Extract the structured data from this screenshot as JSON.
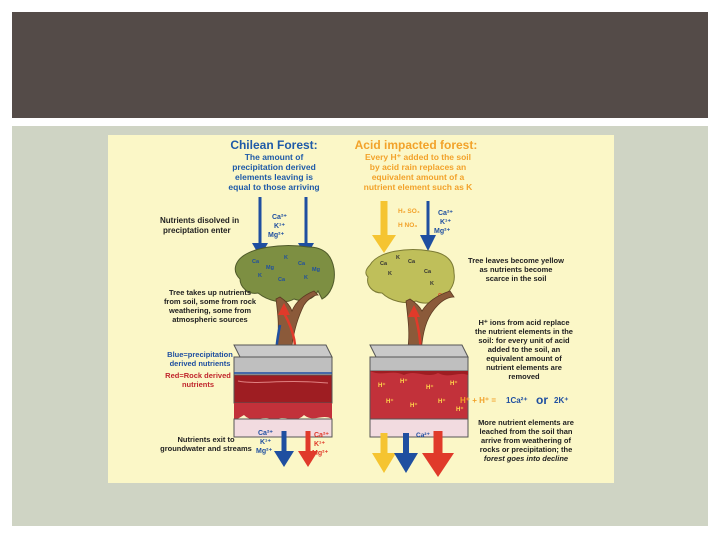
{
  "slide": {
    "title": ""
  },
  "colors": {
    "title_bar": "#544b48",
    "panel": "#cfd4c4",
    "figure_bg": "#fbf7c7",
    "heading_blue": "#1e5aa8",
    "heading_orange": "#f2a22a",
    "blue_arrow": "#1f4fa0",
    "red_arrow": "#e03a2a",
    "yellow_arrow": "#f5c431",
    "canopy_green": "#7d8f42",
    "trunk_brown": "#8b5a3a",
    "soil_red": "#9e1d22"
  },
  "diagram": {
    "left": {
      "heading": "Chilean Forest:",
      "subheading": [
        "The amount of",
        "precipitation derived",
        "elements leaving is",
        "equal to those arriving"
      ],
      "label_nutrients_in": [
        "Nutrients disolved in",
        "preciptation enter"
      ],
      "label_tree_uptake": [
        "Tree takes up nutrients",
        "from soil, some from rock",
        "weathering, some from",
        "atmospheric sources"
      ],
      "label_blue": [
        "Blue=precipitation",
        "derived nutrients"
      ],
      "label_red": [
        "Red=Rock derived",
        "nutrients"
      ],
      "label_exit": [
        "Nutrients exit to",
        "groundwater and streams"
      ],
      "ions_in": [
        "Ca²⁺",
        "K¹⁺",
        "Mg²⁺"
      ],
      "ions_out_blue": [
        "Ca²⁺",
        "K¹⁺",
        "Mg²⁺"
      ],
      "ions_out_red": [
        "Ca²⁺",
        "K¹⁺",
        "Mg²⁺"
      ]
    },
    "right": {
      "heading": "Acid impacted forest:",
      "subheading": [
        "Every H⁺ added to the soil",
        "by acid rain replaces an",
        "equivalent amount of a",
        "nutrient element such as K"
      ],
      "acids": [
        "H₂ SO₄",
        "H NO₃"
      ],
      "ions_in": [
        "Ca²⁺",
        "K¹⁺",
        "Mg²⁺"
      ],
      "label_yellow": [
        "Tree leaves become yellow",
        "as nutrients become",
        "scarce in the soil"
      ],
      "label_replace": [
        "H⁺ ions from acid replace",
        "the nutrient elements in the",
        "soil: for every unit of acid",
        "added to the soil, an",
        "equivalent amount of",
        "nutrient elements are",
        "removed"
      ],
      "equation": {
        "lhs": "H⁺ + H⁺ =",
        "ca": "1Ca²⁺",
        "or": "or",
        "k": "2K⁺"
      },
      "soil_ion": "H⁺",
      "label_leached": [
        "More nutrient elements are",
        "leached from the soil than",
        "arrive from weathering of",
        "rocks or precipitation; the",
        "forest goes into decline"
      ]
    }
  }
}
